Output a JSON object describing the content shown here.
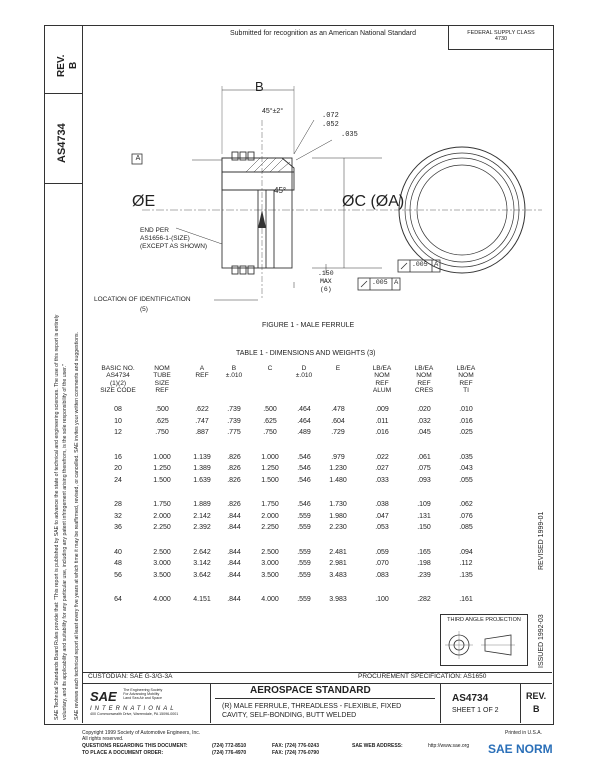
{
  "header": {
    "submitted": "Submitted for recognition as an American National Standard",
    "federal_label": "FEDERAL SUPPLY CLASS",
    "federal_code": "4730"
  },
  "leftbar": {
    "rev_label": "REV.",
    "rev_value": "B",
    "as_number": "AS4734",
    "disclaimer_1": "SAE Technical Standards Board Rules provide that: \"This report is published by SAE to advance the state of technical and engineering sciences. The use of this report is entirely",
    "disclaimer_2": "voluntary, and its applicability and suitability for any particular use, including any patent infringement arising therefrom, is the sole responsibility of the user.\"",
    "disclaimer_3": "SAE reviews each technical report at least every five years at which time it may be reaffirmed, revised, or cancelled. SAE invites your written comments and suggestions."
  },
  "drawing": {
    "label_b": "B",
    "angle_label": "45°±2°",
    "dim_072": ".072",
    "dim_052": ".052",
    "dim_035": ".035",
    "label_a_datum": "A",
    "angle_45": "45°",
    "label_e": "ØE",
    "label_c": "ØC (ØA)",
    "end_per_1": "END PER",
    "end_per_2": "AS1656-1-(SIZE)",
    "end_per_3": "(EXCEPT AS SHOWN)",
    "tol_1_value": ".005",
    "tol_1_datum": "A",
    "tol_2_value": ".005",
    "tol_2_datum": "A",
    "dim_150": ".150",
    "dim_max": "MAX",
    "note_6": "(6)",
    "location_label": "LOCATION OF IDENTIFICATION",
    "note_5": "(5)",
    "figure_caption": "FIGURE 1 - MALE FERRULE"
  },
  "table": {
    "title": "TABLE 1 - DIMENSIONS AND WEIGHTS (3)",
    "headers": [
      [
        "BASIC NO.",
        "AS4734",
        "(1)(2)",
        "SIZE CODE"
      ],
      [
        "NOM",
        "TUBE",
        "SIZE",
        "REF"
      ],
      [
        "",
        "",
        "A",
        "REF"
      ],
      [
        "",
        "",
        "B",
        "±.010"
      ],
      [
        "",
        "",
        "",
        "C"
      ],
      [
        "",
        "",
        "D",
        "±.010"
      ],
      [
        "",
        "",
        "",
        "E"
      ],
      [
        "LB/EA",
        "NOM",
        "REF",
        "ALUM"
      ],
      [
        "LB/EA",
        "NOM",
        "REF",
        "CRES"
      ],
      [
        "LB/EA",
        "NOM",
        "REF",
        "TI"
      ]
    ],
    "groups": [
      [
        [
          "08",
          ".500",
          ".622",
          ".739",
          ".500",
          ".464",
          ".478",
          ".009",
          ".020",
          ".010"
        ],
        [
          "10",
          ".625",
          ".747",
          ".739",
          ".625",
          ".464",
          ".604",
          ".011",
          ".032",
          ".016"
        ],
        [
          "12",
          ".750",
          ".887",
          ".775",
          ".750",
          ".489",
          ".729",
          ".016",
          ".045",
          ".025"
        ]
      ],
      [
        [
          "16",
          "1.000",
          "1.139",
          ".826",
          "1.000",
          ".546",
          ".979",
          ".022",
          ".061",
          ".035"
        ],
        [
          "20",
          "1.250",
          "1.389",
          ".826",
          "1.250",
          ".546",
          "1.230",
          ".027",
          ".075",
          ".043"
        ],
        [
          "24",
          "1.500",
          "1.639",
          ".826",
          "1.500",
          ".546",
          "1.480",
          ".033",
          ".093",
          ".055"
        ]
      ],
      [
        [
          "28",
          "1.750",
          "1.889",
          ".826",
          "1.750",
          ".546",
          "1.730",
          ".038",
          ".109",
          ".062"
        ],
        [
          "32",
          "2.000",
          "2.142",
          ".844",
          "2.000",
          ".559",
          "1.980",
          ".047",
          ".131",
          ".076"
        ],
        [
          "36",
          "2.250",
          "2.392",
          ".844",
          "2.250",
          ".559",
          "2.230",
          ".053",
          ".150",
          ".085"
        ]
      ],
      [
        [
          "40",
          "2.500",
          "2.642",
          ".844",
          "2.500",
          ".559",
          "2.481",
          ".059",
          ".165",
          ".094"
        ],
        [
          "48",
          "3.000",
          "3.142",
          ".844",
          "3.000",
          ".559",
          "2.981",
          ".070",
          ".198",
          ".112"
        ],
        [
          "56",
          "3.500",
          "3.642",
          ".844",
          "3.500",
          ".559",
          "3.483",
          ".083",
          ".239",
          ".135"
        ]
      ],
      [
        [
          "64",
          "4.000",
          "4.151",
          ".844",
          "4.000",
          ".559",
          "3.983",
          ".100",
          ".282",
          ".161"
        ]
      ]
    ]
  },
  "side_labels": {
    "revised": "REVISED 1999-01",
    "issued": "ISSUED 1992-03"
  },
  "projection": {
    "title": "THIRD ANGLE PROJECTION"
  },
  "titleblock": {
    "custodian": "CUSTODIAN: SAE G-3/G-3A",
    "procurement": "PROCUREMENT SPECIFICATION: AS1650",
    "sae_logo": "SAE",
    "sae_tag_1": "The Engineering Society",
    "sae_tag_2": "For Advancing Mobility",
    "sae_tag_3": "Land Sea Air and Space",
    "sae_international": "INTERNATIONAL",
    "sae_address": "400 Commonwealth Drive, Warrendale, PA 15096-0001",
    "standard_title": "AEROSPACE STANDARD",
    "description_1": "(R) MALE FERRULE, THREADLESS - FLEXIBLE, FIXED",
    "description_2": "CAVITY, SELF-BONDING, BUTT WELDED",
    "as_number": "AS4734",
    "sheet": "SHEET 1 OF 2",
    "rev_label": "REV.",
    "rev_value": "B"
  },
  "footer": {
    "copyright_1": "Copyright 1999 Society of Automotive Engineers, Inc.",
    "copyright_2": "All rights reserved.",
    "printed": "Printed in U.S.A.",
    "questions": "QUESTIONS REGARDING THIS DOCUMENT:",
    "to_place": "TO PLACE A DOCUMENT ORDER:",
    "phone_1": "(724) 772-8510",
    "phone_2": "(724) 776-4970",
    "fax_label_1": "FAX: (724) 776-0243",
    "fax_label_2": "FAX: (724) 776-0790",
    "web_label": "SAE WEB ADDRESS:",
    "web_url": "http://www.sae.org",
    "watermark": "SAE NORM"
  }
}
